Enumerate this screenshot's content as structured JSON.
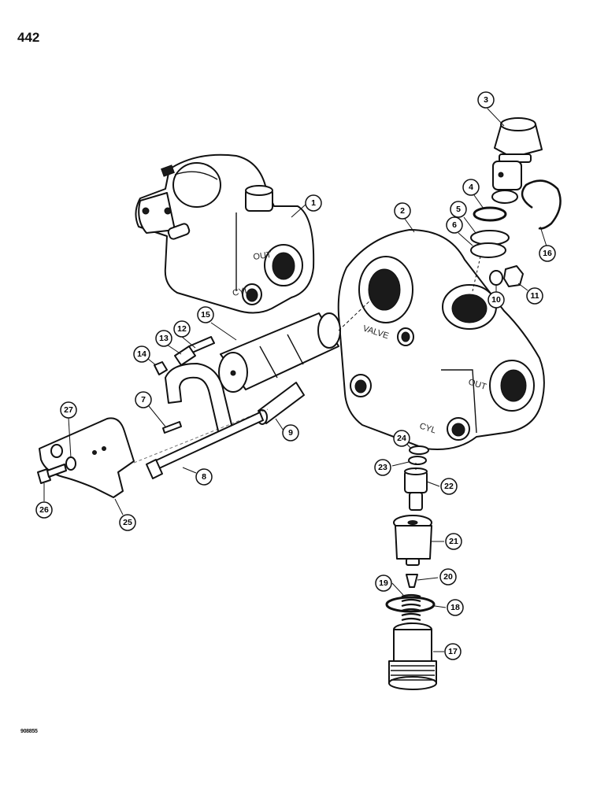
{
  "page": {
    "number": "442",
    "code": "908855"
  },
  "casting": {
    "out_label": "OUT",
    "cyl_label": "CYL",
    "valve_label": "VALVE"
  },
  "callouts": [
    "1",
    "2",
    "3",
    "4",
    "5",
    "6",
    "7",
    "8",
    "9",
    "10",
    "11",
    "12",
    "13",
    "14",
    "15",
    "16",
    "17",
    "18",
    "19",
    "20",
    "21",
    "22",
    "23",
    "24",
    "25",
    "26",
    "27"
  ]
}
